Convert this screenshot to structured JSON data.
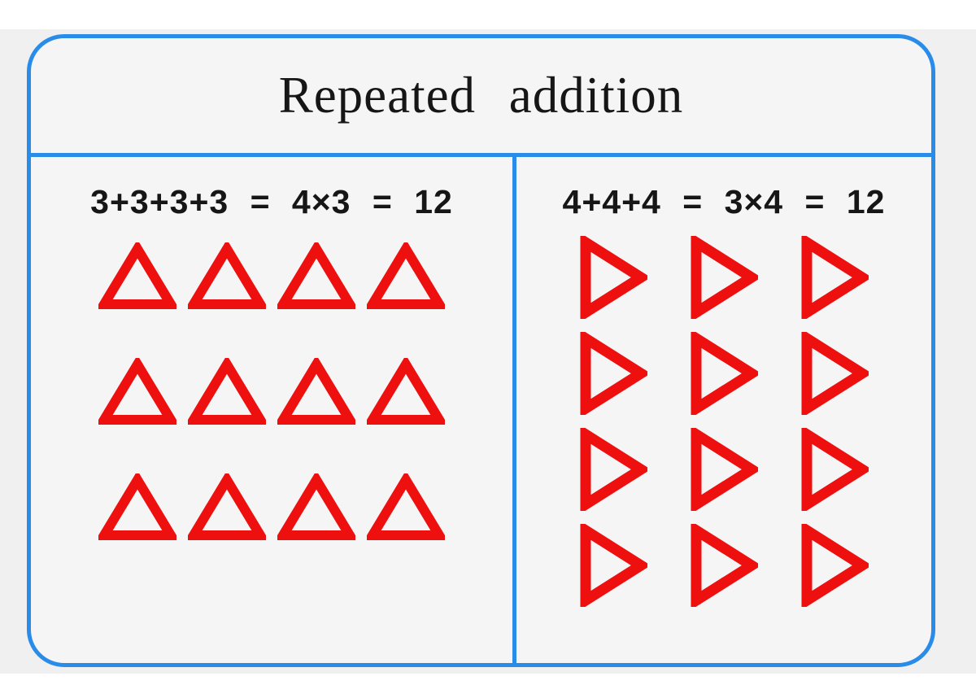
{
  "title": "Repeated addition",
  "colors": {
    "border_blue": "#2a8ce9",
    "triangle_red": "#ee0f0f",
    "text_dark": "#161616",
    "panel_bg": "#f5f5f6",
    "page_band": "#f0f0f1"
  },
  "left_panel": {
    "equation": "3+3+3+3 = 4×3 = 12",
    "shape": "up-triangle",
    "rows": 3,
    "cols": 4,
    "total_shapes": 12
  },
  "right_panel": {
    "equation": "4+4+4 = 3×4 = 12",
    "shape": "right-triangle",
    "rows": 4,
    "cols": 3,
    "total_shapes": 12
  }
}
